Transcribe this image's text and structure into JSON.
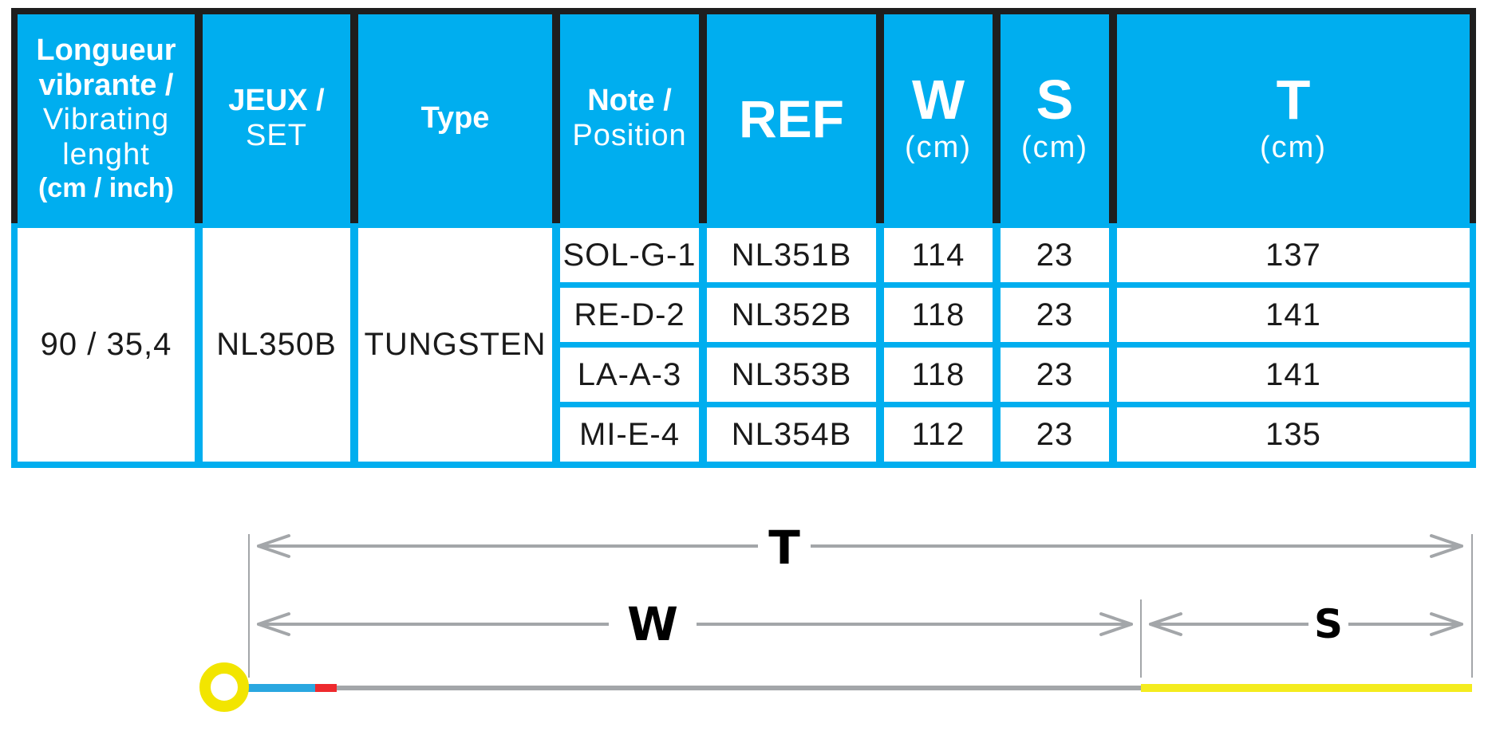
{
  "table": {
    "headers": {
      "length": {
        "line1": "Longueur",
        "line2": "vibrante /",
        "line3": "Vibrating",
        "line4": "lenght",
        "line5": "(cm / inch)"
      },
      "set": {
        "line1": "JEUX /",
        "line2": "SET"
      },
      "type": {
        "line1": "Type"
      },
      "note": {
        "line1": "Note /",
        "line2": "Position"
      },
      "ref": {
        "line1": "REF"
      },
      "w": {
        "letter": "W",
        "unit": "(cm)"
      },
      "s": {
        "letter": "S",
        "unit": "(cm)"
      },
      "t": {
        "letter": "T",
        "unit": "(cm)"
      }
    },
    "group": {
      "length": "90 / 35,4",
      "set": "NL350B",
      "type": "TUNGSTEN"
    },
    "rows": [
      {
        "note": "SOL-G-1",
        "ref": "NL351B",
        "w": "114",
        "s": "23",
        "t": "137"
      },
      {
        "note": "RE-D-2",
        "ref": "NL352B",
        "w": "118",
        "s": "23",
        "t": "141"
      },
      {
        "note": "LA-A-3",
        "ref": "NL353B",
        "w": "118",
        "s": "23",
        "t": "141"
      },
      {
        "note": "MI-E-4",
        "ref": "NL354B",
        "w": "112",
        "s": "23",
        "t": "135"
      }
    ]
  },
  "diagram": {
    "labels": {
      "t": "T",
      "w": "W",
      "s": "S"
    }
  },
  "colors": {
    "accent_blue": "#00aeef",
    "header_border": "#1e1e1e",
    "string_grey": "#a3a6a9",
    "winding_blue": "#2aa7e0",
    "winding_red": "#ee2a2e",
    "silk_yellow": "#f4ec1f",
    "ball_end_yellow": "#f2e500"
  }
}
